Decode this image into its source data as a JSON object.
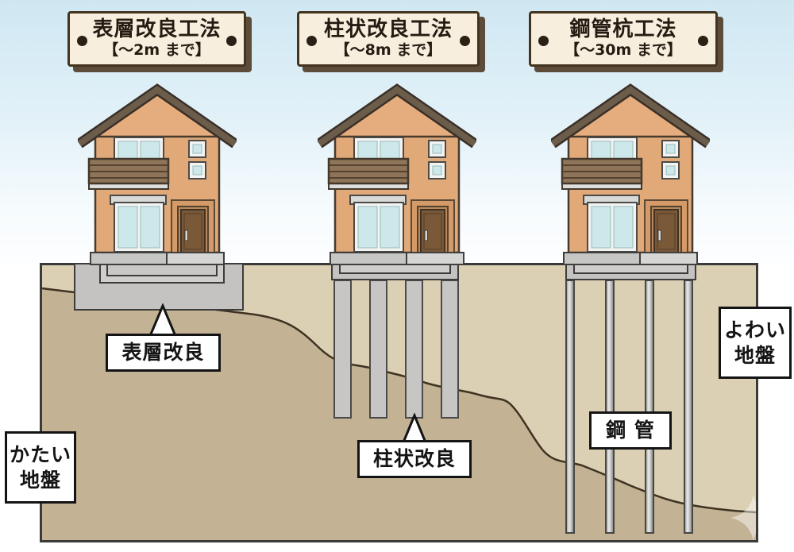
{
  "signs": [
    {
      "title": "表層改良工法",
      "depth": "【～2m まで】"
    },
    {
      "title": "柱状改良工法",
      "depth": "【～8m まで】"
    },
    {
      "title": "鋼管杭工法",
      "depth": "【～30m まで】"
    }
  ],
  "labels": {
    "surface_improvement": "表層改良",
    "columnar_improvement": "柱状改良",
    "steel_pipe": "鋼 管",
    "hard_ground_line1": "かたい",
    "hard_ground_line2": "地盤",
    "weak_ground_line1": "よわい",
    "weak_ground_line2": "地盤"
  },
  "colors": {
    "sky_top": "#cfe7f2",
    "ground_weak": "#dbd0b4",
    "ground_hard": "#c3b294",
    "soil_boundary_line": "#3e3222",
    "sign_bg": "#f7eedd",
    "sign_border": "#43341f",
    "sign_shadow": "#5c4c39",
    "concrete": "#c4c3c1",
    "steel_pipe_light": "#eaeae8",
    "wall": "#e1a878",
    "roof": "#6c5d4b",
    "balcony": "#8e7458",
    "window_glass": "#cde8ea",
    "door": "#7a5939",
    "label_bg": "#ffffff",
    "label_border": "#141414"
  }
}
